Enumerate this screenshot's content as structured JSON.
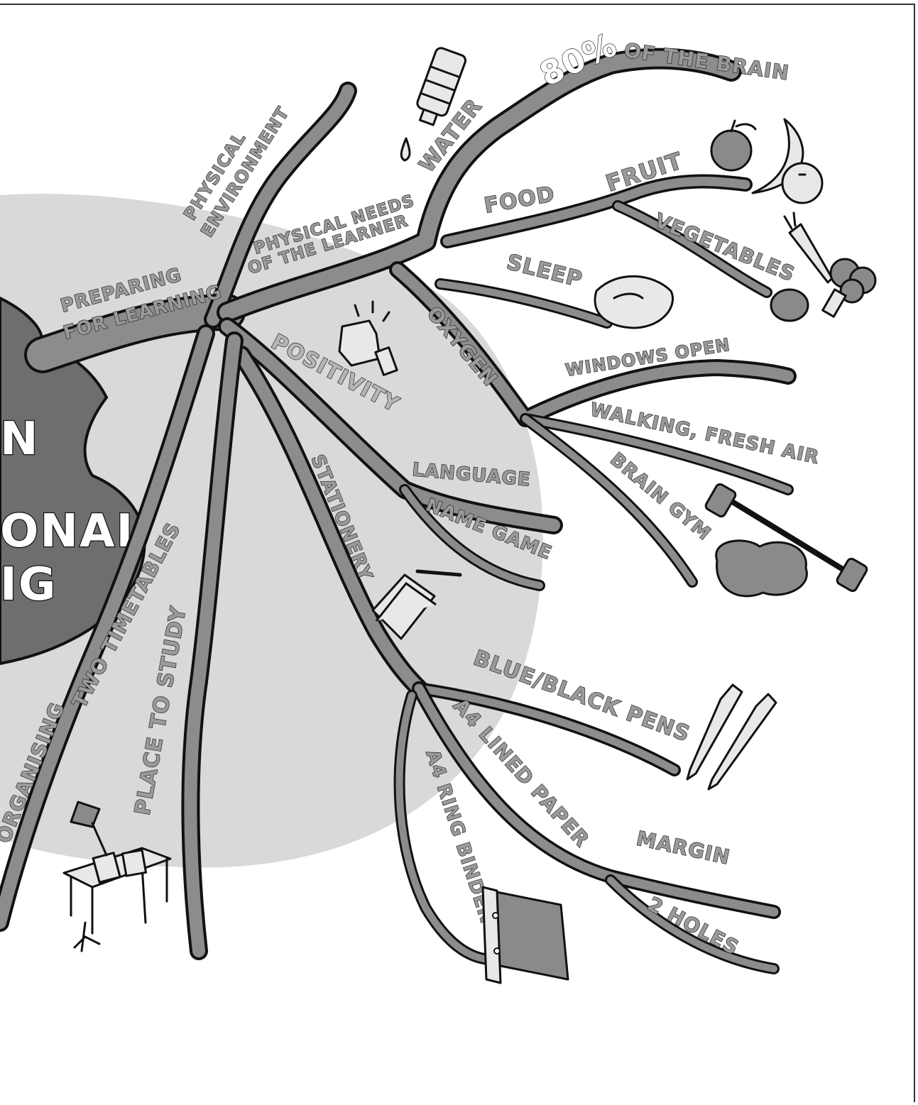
{
  "center": {
    "line1": "N",
    "line2": "ONAL",
    "line3": "IG"
  },
  "branches": {
    "preparing_for_learning": [
      "PREPARING",
      "FOR LEARNING"
    ],
    "physical_environment": [
      "PHYSICAL",
      "ENVIRONMENT"
    ],
    "physical_needs": [
      "PHYSICAL NEEDS",
      "OF THE LEARNER"
    ],
    "water": "WATER",
    "brain_share": {
      "percent": "80%",
      "rest": "OF THE BRAIN"
    },
    "food": "FOOD",
    "fruit": "FRUIT",
    "vegetables": "VEGETABLES",
    "sleep": "SLEEP",
    "oxygen": "OXYGEN",
    "windows_open": "WINDOWS OPEN",
    "walking": "WALKING, FRESH AIR",
    "brain_gym": "BRAIN GYM",
    "positivity": "POSITIVITY",
    "language": "LANGUAGE",
    "name_game": "NAME GAME",
    "stationery": "STATIONERY",
    "pens": "BLUE/BLACK PENS",
    "lined_paper": "A4 LINED PAPER",
    "ring_binder": "A4 RING BINDER",
    "margin": "MARGIN",
    "holes": "2 HOLES",
    "two_timetables": "TWO TIMETABLES",
    "organising": "ORGANISING",
    "place_to_study": "PLACE TO STUDY"
  },
  "colors": {
    "branch_fill": "#8c8c8c",
    "halo": "#d9d9d9",
    "label_fill": "#9a9a9a",
    "center_blob": "#6e6e6e"
  },
  "icons": [
    "water-bottle-icon",
    "water-drop-icon",
    "apple-icon",
    "banana-icon",
    "orange-icon",
    "carrot-icon",
    "broccoli-icon",
    "potato-icon",
    "pillow-icon",
    "thumbs-up-icon",
    "dumbbell-brain-icon",
    "notebook-pen-icon",
    "pens-icon",
    "ring-binder-icon",
    "desk-icon"
  ]
}
